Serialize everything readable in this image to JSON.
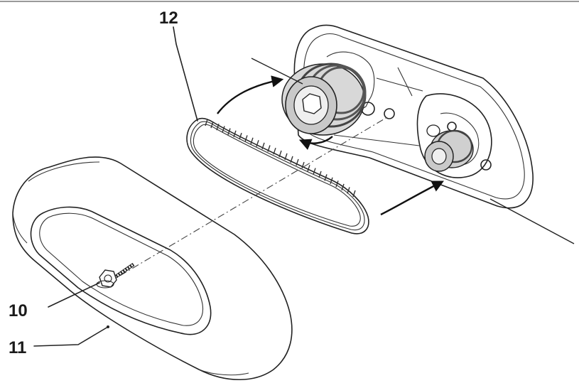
{
  "figure": {
    "part_labels": [
      {
        "id": "belt",
        "text": "12"
      },
      {
        "id": "bolt",
        "text": "10"
      },
      {
        "id": "cover",
        "text": "11"
      }
    ],
    "colors": {
      "line": "#222222",
      "housing_fill": "#ffffff",
      "pulley_shade": "#c9c9c9",
      "pulley_hub": "#efefef"
    }
  }
}
